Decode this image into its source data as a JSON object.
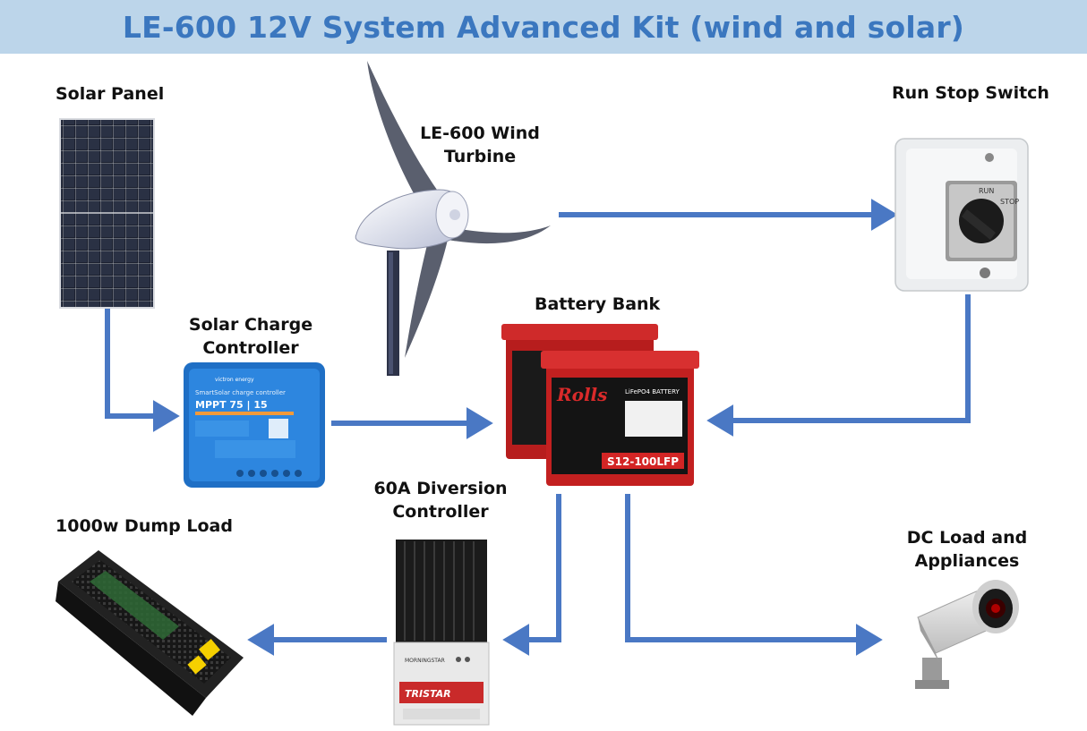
{
  "title": "LE-600 12V System Advanced Kit (wind and solar)",
  "colors": {
    "title_bg": "#bcd5ea",
    "title_text": "#3b77bf",
    "arrow": "#4a78c4"
  },
  "components": {
    "solar_panel": {
      "label": "Solar Panel"
    },
    "wind_turbine": {
      "label_line1": "LE-600 Wind",
      "label_line2": "Turbine"
    },
    "run_stop_switch": {
      "label": "Run Stop Switch",
      "switch_on_text": "RUN",
      "switch_off_text": "STOP"
    },
    "charge_controller": {
      "label_line1": "Solar Charge",
      "label_line2": "Controller",
      "brand_text": "victron energy",
      "product_line": "SmartSolar charge controller",
      "model_text": "MPPT 75 | 15"
    },
    "battery_bank": {
      "label": "Battery Bank",
      "brand_text": "Rolls",
      "model_text": "S12-100LFP",
      "chemistry_text": "LiFePO4 BATTERY"
    },
    "diversion_controller": {
      "label_line1": "60A Diversion",
      "label_line2": "Controller",
      "brand_text": "MORNINGSTAR",
      "product_text": "TRISTAR"
    },
    "dump_load": {
      "label": "1000w Dump Load"
    },
    "dc_load": {
      "label_line1": "DC Load and",
      "label_line2": "Appliances"
    }
  }
}
